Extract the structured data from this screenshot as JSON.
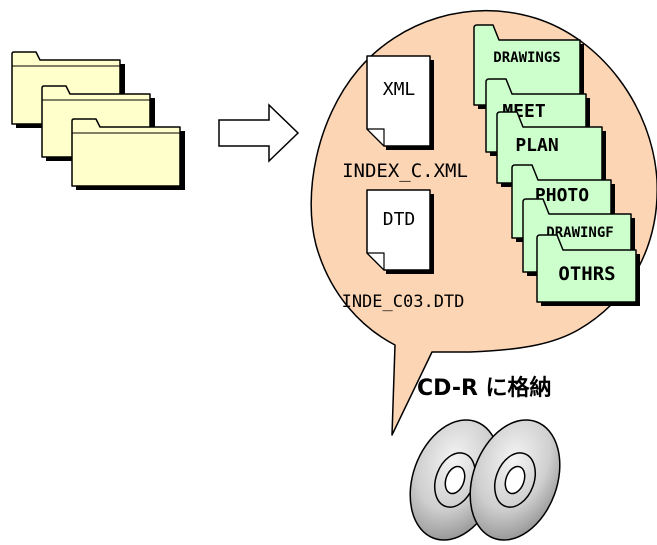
{
  "diagram": {
    "source_folders": {
      "count": 3
    },
    "arrow": "right-arrow",
    "bubble": {
      "files": [
        {
          "badge": "XML",
          "filename": "INDEX_C.XML"
        },
        {
          "badge": "DTD",
          "filename": "INDE_C03.DTD"
        }
      ],
      "folders": [
        "DRAWINGS",
        "MEET",
        "PLAN",
        "PHOTO",
        "DRAWINGF",
        "OTHRS"
      ]
    },
    "caption": "CD-R に格納",
    "media": {
      "icon": "cd-disc-icon",
      "count": 2
    },
    "colors": {
      "bubble_fill": "#FCD5B5",
      "source_folder_fill": "#FFFFCC",
      "doc_folder_fill": "#CCFFCC",
      "page_fill": "#FFFFFF",
      "disc_fill": "#B3B3B3"
    }
  }
}
